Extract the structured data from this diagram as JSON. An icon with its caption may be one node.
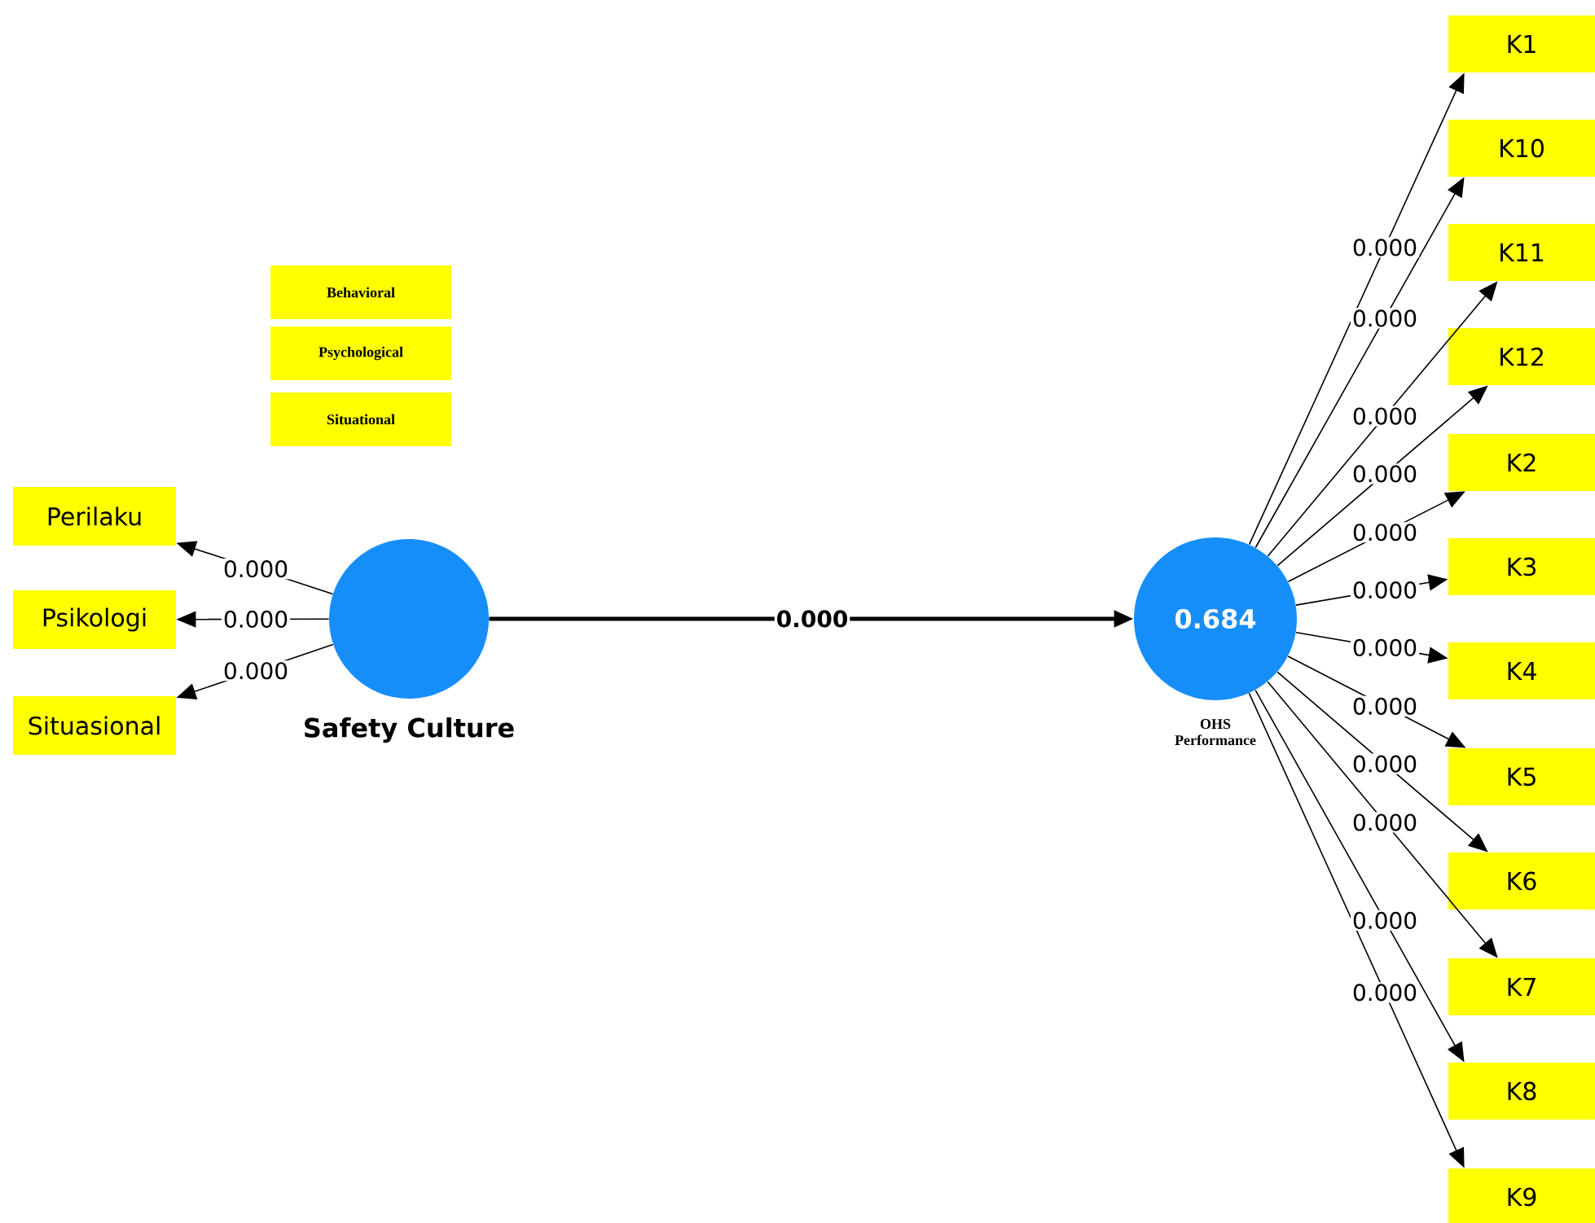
{
  "diagram": {
    "nodes": [
      {
        "text": [
          "Behavioral"
        ]
      },
      {
        "text": [
          "Psychological"
        ]
      },
      {
        "text": [
          "Situational"
        ]
      },
      {
        "text": [
          "Perilaku"
        ]
      },
      {
        "text": [
          "Psikologi"
        ]
      },
      {
        "text": [
          "Situasional"
        ]
      },
      {
        "text": [],
        "shape": "circle",
        "beside": [
          "Safety Culture"
        ]
      },
      {
        "text": [
          "0.684"
        ],
        "beside": [
          "OHS Performance"
        ]
      },
      {
        "text": [
          "K1"
        ]
      },
      {
        "text": [
          "K10"
        ]
      },
      {
        "text": [
          "K11"
        ]
      },
      {
        "text": [
          "K12"
        ]
      },
      {
        "text": [
          "K2"
        ]
      },
      {
        "text": [
          "K3"
        ]
      },
      {
        "text": [
          "K4"
        ]
      },
      {
        "text": [
          "K5"
        ]
      },
      {
        "text": [
          "K6"
        ]
      },
      {
        "text": [
          "K7"
        ]
      },
      {
        "text": [
          "K8"
        ]
      },
      {
        "text": [
          "K9"
        ]
      }
    ],
    "edges": [
      {
        "from": 6,
        "to": 3,
        "arrow": "to",
        "label": "0.000"
      },
      {
        "from": 6,
        "to": 4,
        "arrow": "to",
        "label": "0.000"
      },
      {
        "from": 6,
        "to": 5,
        "arrow": "to",
        "label": "0.000"
      },
      {
        "from": 6,
        "to": 7,
        "arrow": "to",
        "label": "0.000",
        "style": "thick"
      },
      {
        "from": 7,
        "to": 8,
        "arrow": "to",
        "label": "0.000"
      },
      {
        "from": 7,
        "to": 9,
        "arrow": "to",
        "label": "0.000"
      },
      {
        "from": 7,
        "to": 10,
        "arrow": "to",
        "label": "0.000"
      },
      {
        "from": 7,
        "to": 11,
        "arrow": "to",
        "label": "0.000"
      },
      {
        "from": 7,
        "to": 12,
        "arrow": "to",
        "label": "0.000"
      },
      {
        "from": 7,
        "to": 13,
        "arrow": "to",
        "label": "0.000"
      },
      {
        "from": 7,
        "to": 14,
        "arrow": "to",
        "label": "0.000"
      },
      {
        "from": 7,
        "to": 15,
        "arrow": "to",
        "label": "0.000"
      },
      {
        "from": 7,
        "to": 16,
        "arrow": "to",
        "label": "0.000"
      },
      {
        "from": 7,
        "to": 17,
        "arrow": "to",
        "label": "0.000"
      },
      {
        "from": 7,
        "to": 18,
        "arrow": "to",
        "label": "0.000"
      },
      {
        "from": 7,
        "to": 19,
        "arrow": "to",
        "label": "0.000"
      }
    ]
  }
}
